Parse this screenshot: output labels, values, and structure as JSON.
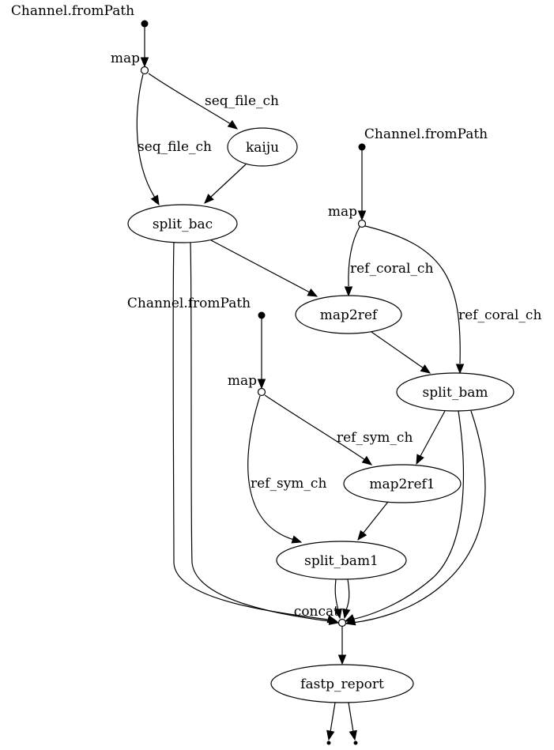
{
  "sources": {
    "s1": "Channel.fromPath",
    "s2": "Channel.fromPath",
    "s3": "Channel.fromPath"
  },
  "operators": {
    "map1": "map",
    "map2": "map",
    "map3": "map",
    "concat": "concat"
  },
  "processes": {
    "kaiju": "kaiju",
    "split_bac": "split_bac",
    "map2ref": "map2ref",
    "split_bam": "split_bam",
    "map2ref1": "map2ref1",
    "split_bam1": "split_bam1",
    "fastp_report": "fastp_report"
  },
  "edge_labels": {
    "seq1": "seq_file_ch",
    "seq2": "seq_file_ch",
    "coral1": "ref_coral_ch",
    "coral2": "ref_coral_ch",
    "sym1": "ref_sym_ch",
    "sym2": "ref_sym_ch"
  },
  "colors": {
    "stroke": "#000000",
    "background": "#ffffff"
  }
}
